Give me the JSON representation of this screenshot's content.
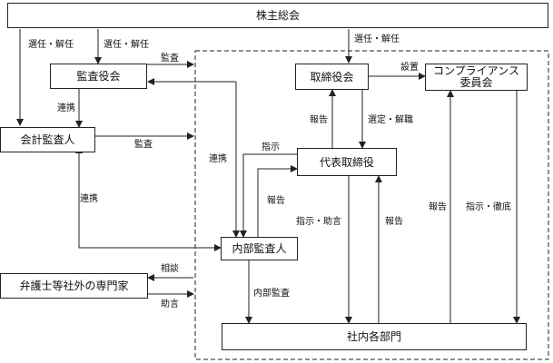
{
  "nodes": {
    "shareholders": "株主総会",
    "auditors": "監査役会",
    "accounting_auditor": "会計監査人",
    "board": "取締役会",
    "compliance_committee": "コンプライアンス\n委員会",
    "representative_director": "代表取締役",
    "internal_audit": "内部監査人",
    "external_experts": "弁護士等社外の専門家",
    "departments": "社内各部門"
  },
  "labels": {
    "elect_dismiss_1": "選任・解任",
    "elect_dismiss_2": "選任・解任",
    "elect_dismiss_3": "選任・解任",
    "audit_top": "監査",
    "audit_mid": "監査",
    "cooperation_1": "連携",
    "cooperation_2": "連携",
    "cooperation_3": "連携",
    "establish": "設置",
    "report_1": "報告",
    "appoint_remove": "選定・解職",
    "instruct": "指示",
    "report_2": "報告",
    "instruct_advise": "指示・助言",
    "report_3": "報告",
    "report_4": "報告",
    "instruct_enforce": "指示・徹底",
    "consult": "相談",
    "advise": "助言",
    "internal_audit_label": "内部監査"
  }
}
